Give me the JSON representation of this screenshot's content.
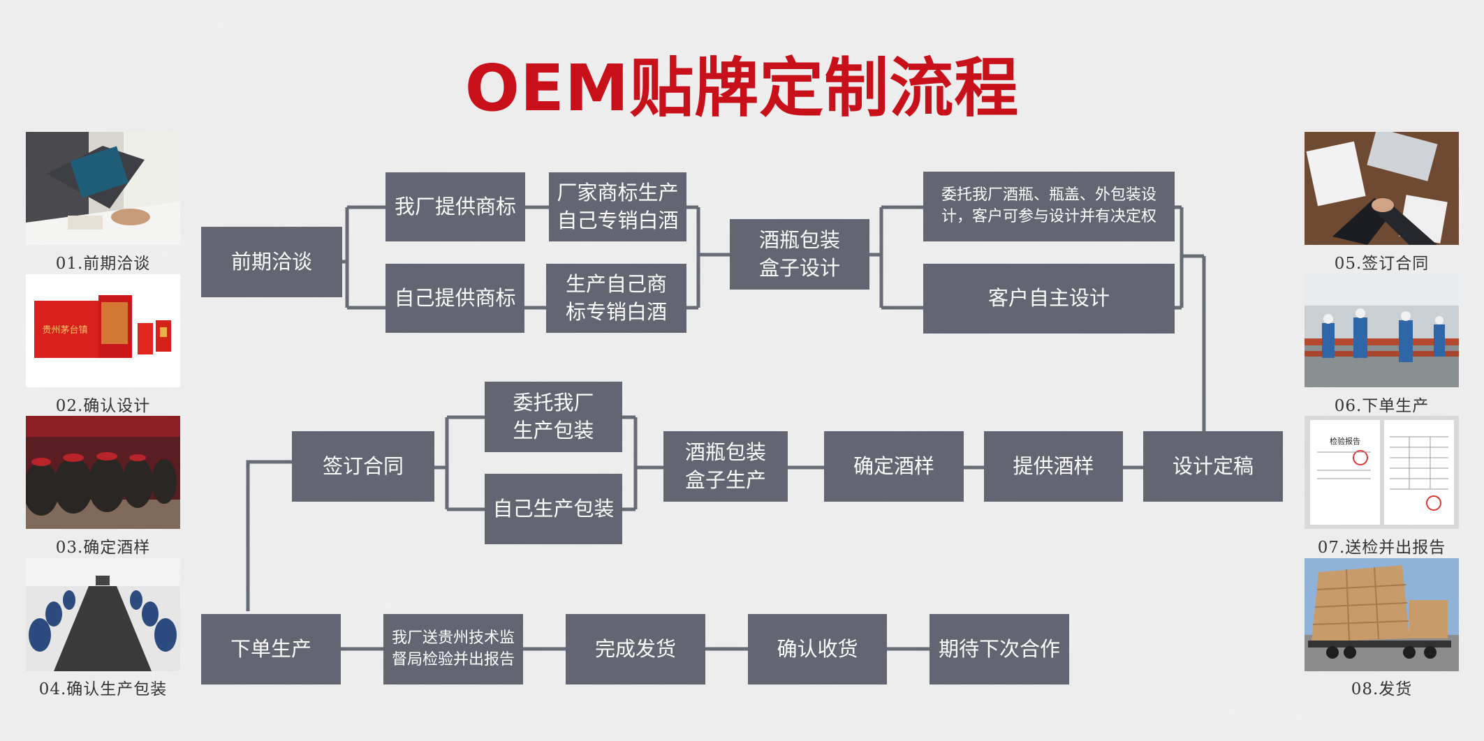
{
  "title": "OEM贴牌定制流程",
  "nodes": {
    "qianqi": "前期洽谈",
    "wochang_sb": "我厂提供商标",
    "ziji_sb": "自己提供商标",
    "changjia": "厂家商标生产\n自己专销白酒",
    "shengchan_ziji": "生产自己商\n标专销白酒",
    "jiuping_sheji": "酒瓶包装\n盒子设计",
    "weituo_sheji": "委托我厂酒瓶、瓶盖、外包装设\n计，客户可参与设计并有决定权",
    "kehu_sheji": "客户自主设计",
    "sheji_dinggao": "设计定稿",
    "tigong_jiuyang": "提供酒样",
    "queding_jiuyang": "确定酒样",
    "jiuping_shengchan": "酒瓶包装\n盒子生产",
    "weituo_baozhuang": "委托我厂\n生产包装",
    "ziji_baozhuang": "自己生产包装",
    "qianding": "签订合同",
    "xiadan": "下单生产",
    "songjian": "我厂送贵州技术监\n督局检验并出报告",
    "wancheng": "完成发货",
    "queren": "确认收货",
    "qidai": "期待下次合作"
  },
  "photos_left": [
    {
      "caption": "01.前期洽谈"
    },
    {
      "caption": "02.确认设计"
    },
    {
      "caption": "03.确定酒样"
    },
    {
      "caption": "04.确认生产包装"
    }
  ],
  "photos_right": [
    {
      "caption": "05.签订合同"
    },
    {
      "caption": "06.下单生产"
    },
    {
      "caption": "07.送检并出报告"
    },
    {
      "caption": "08.发货"
    }
  ],
  "photo_text": {
    "package_label": "贵州茅台镇",
    "report_title": "检验报告"
  },
  "colors": {
    "title": "#c8101b",
    "box": "#636672",
    "line": "#666b76"
  }
}
